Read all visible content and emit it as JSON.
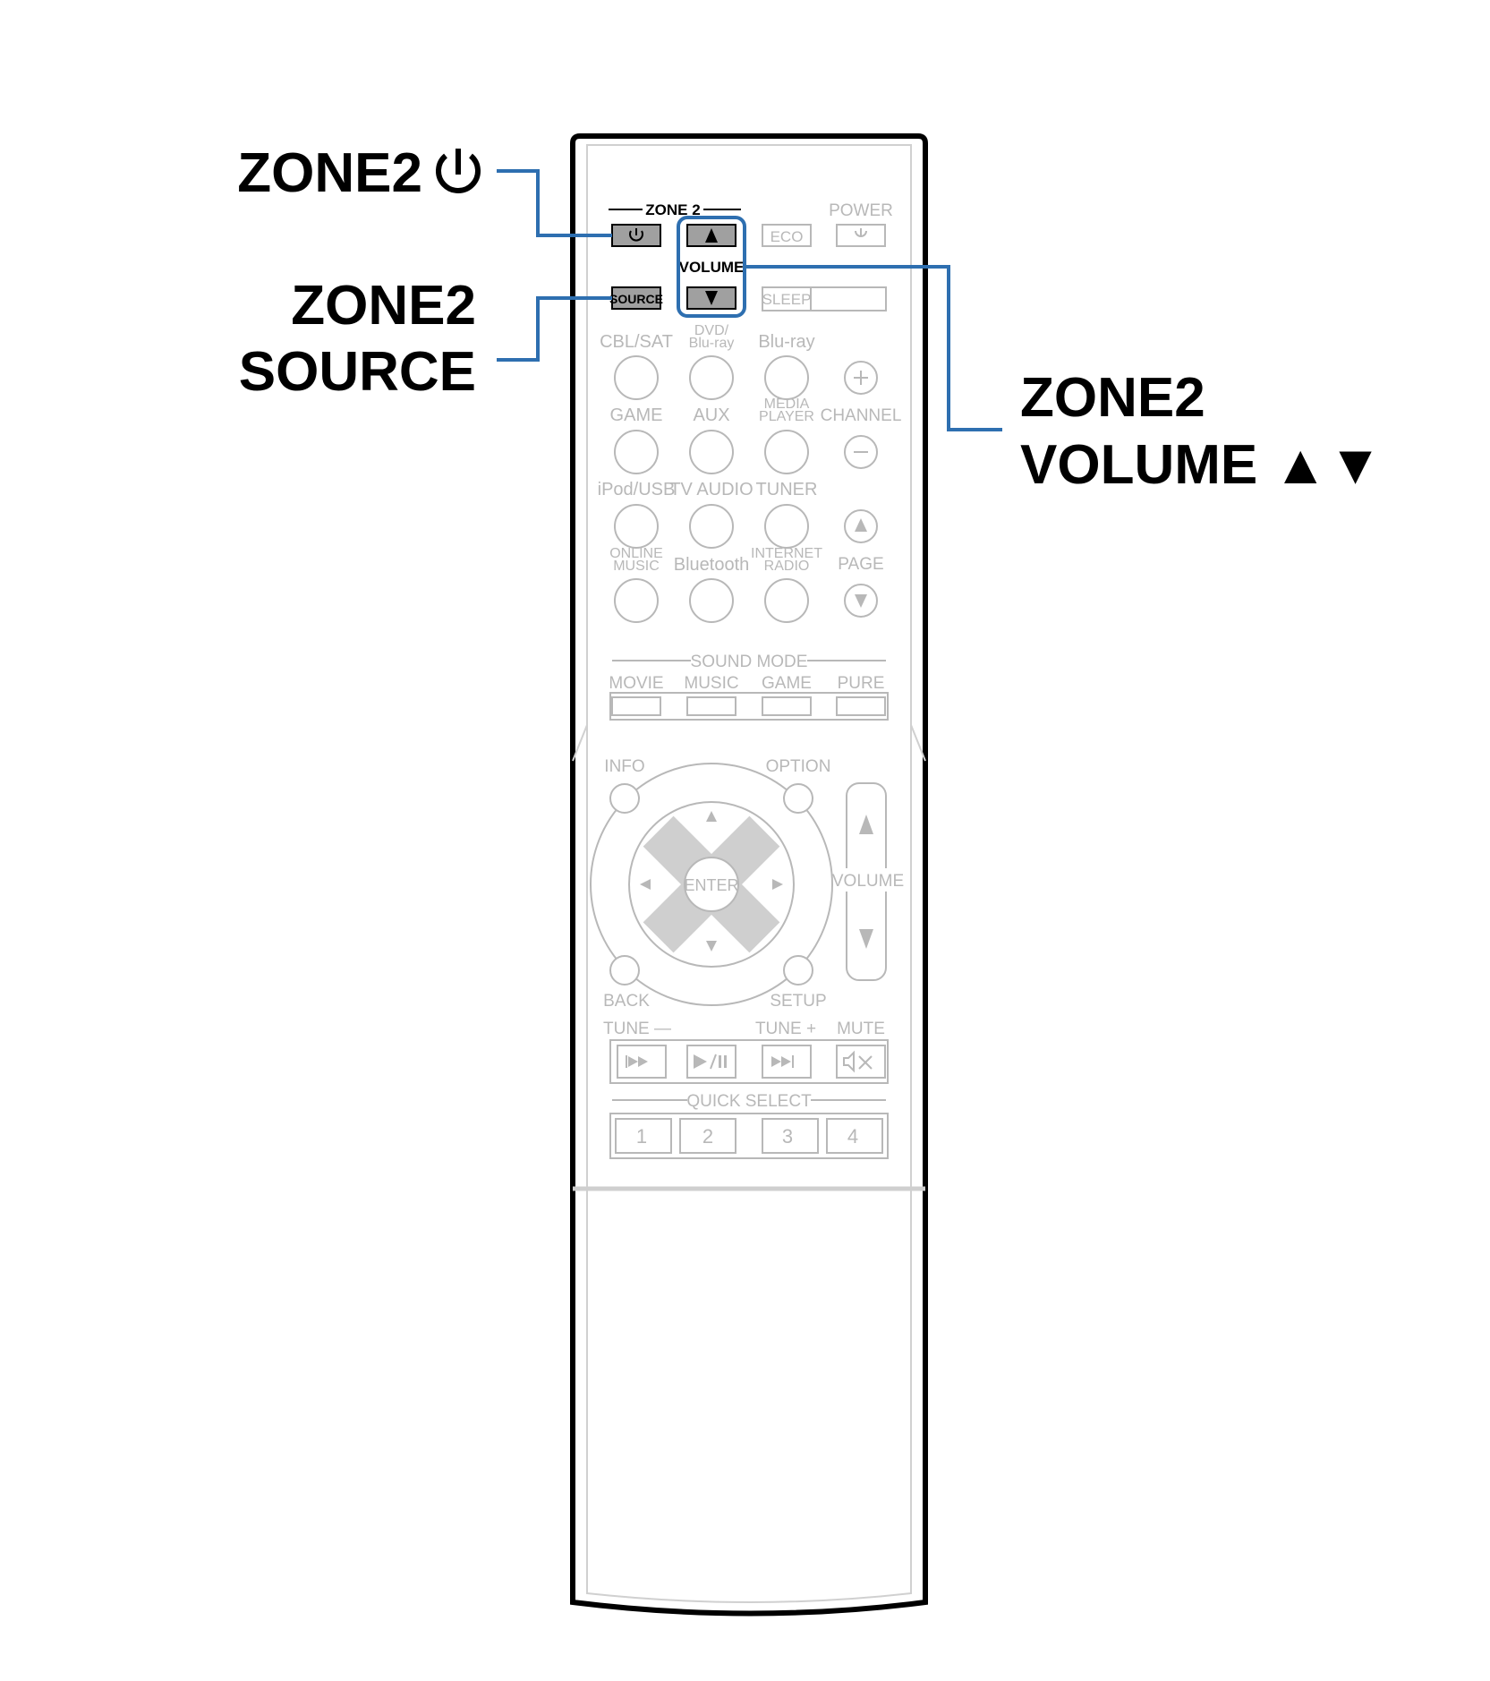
{
  "callouts": {
    "zone2_power": "ZONE2",
    "zone2_source_line1": "ZONE2",
    "zone2_source_line2": "SOURCE",
    "zone2_volume_line1": "ZONE2",
    "zone2_volume_line2": "VOLUME ▲▼"
  },
  "colors": {
    "callout_line": "#2e6fb0",
    "remote_outline": "#000000",
    "inactive": "#b8b8b8"
  },
  "remote": {
    "zone2_header": "ZONE 2",
    "power_label": "POWER",
    "zone2_power_icon": "power-icon",
    "zone2_source": "SOURCE",
    "zone2_volume": "VOLUME",
    "eco": "ECO",
    "sleep": "SLEEP",
    "source_labels": [
      [
        "CBL/SAT",
        "DVD/\nBlu-ray",
        "Blu-ray"
      ],
      [
        "GAME",
        "AUX",
        "MEDIA\nPLAYER"
      ],
      [
        "iPod/USB",
        "TV AUDIO",
        "TUNER"
      ],
      [
        "ONLINE\nMUSIC",
        "Bluetooth",
        "INTERNET\nRADIO"
      ]
    ],
    "channel": "CHANNEL",
    "page": "PAGE",
    "sound_mode": "SOUND MODE",
    "sound_modes": [
      "MOVIE",
      "MUSIC",
      "GAME",
      "PURE"
    ],
    "info": "INFO",
    "option": "OPTION",
    "enter": "ENTER",
    "volume_main": "VOLUME",
    "back": "BACK",
    "setup": "SETUP",
    "tune_minus": "TUNE —",
    "tune_plus": "TUNE +",
    "mute": "MUTE",
    "quick_select": "QUICK SELECT",
    "quick_buttons": [
      "1",
      "2",
      "3",
      "4"
    ]
  }
}
